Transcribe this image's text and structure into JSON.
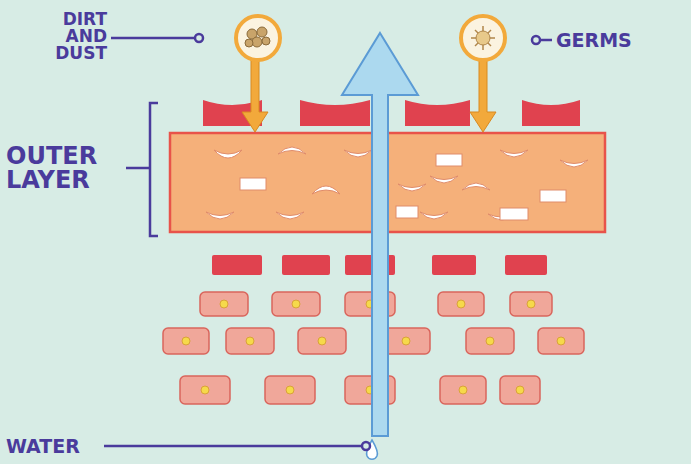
{
  "diagram": {
    "labels": [
      "DIRT AND DUST",
      "GERMS",
      "OUTER LAYER",
      "WATER"
    ]
  }
}
